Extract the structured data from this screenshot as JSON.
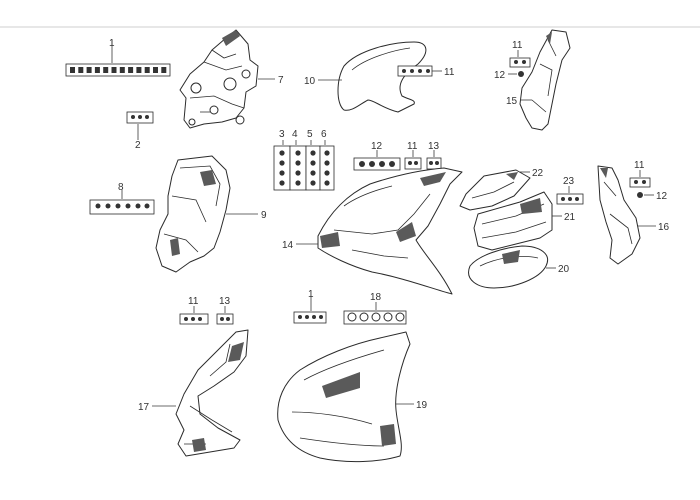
{
  "callouts": {
    "c1a": "1",
    "c2": "2",
    "c3": "3",
    "c4": "4",
    "c5": "5",
    "c6": "6",
    "c7": "7",
    "c8": "8",
    "c9": "9",
    "c10": "10",
    "c11a": "11",
    "c11b": "11",
    "c11c": "11",
    "c11d": "11",
    "c11e": "11",
    "c12a": "12",
    "c12b": "12",
    "c12c": "12",
    "c13a": "13",
    "c13b": "13",
    "c14": "14",
    "c15": "15",
    "c16": "16",
    "c17": "17",
    "c18": "18",
    "c19": "19",
    "c20": "20",
    "c21": "21",
    "c22": "22",
    "c23": "23",
    "c1b": "1"
  },
  "colors": {
    "line": "#2b2b2b",
    "background": "#ffffff",
    "text": "#333333",
    "rule": "#cfcfcf"
  }
}
